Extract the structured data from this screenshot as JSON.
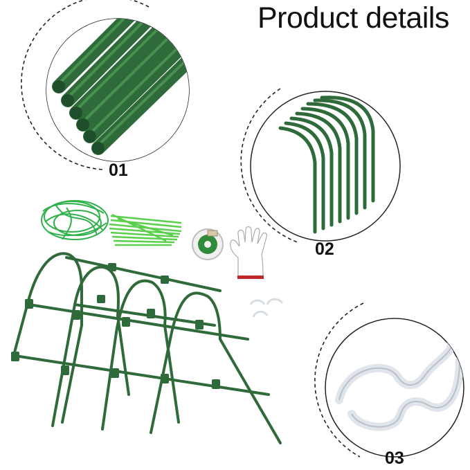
{
  "title": "Product details",
  "labels": {
    "part1": "01",
    "part2": "02",
    "part3": "03"
  },
  "colors": {
    "green_dark": "#2f6b3a",
    "green_mid": "#3d7f47",
    "net_green": "#2fb04a",
    "tie_green": "#5ccf4e",
    "clip_white": "#eef1f4",
    "glove_cuff": "#c0282a"
  }
}
